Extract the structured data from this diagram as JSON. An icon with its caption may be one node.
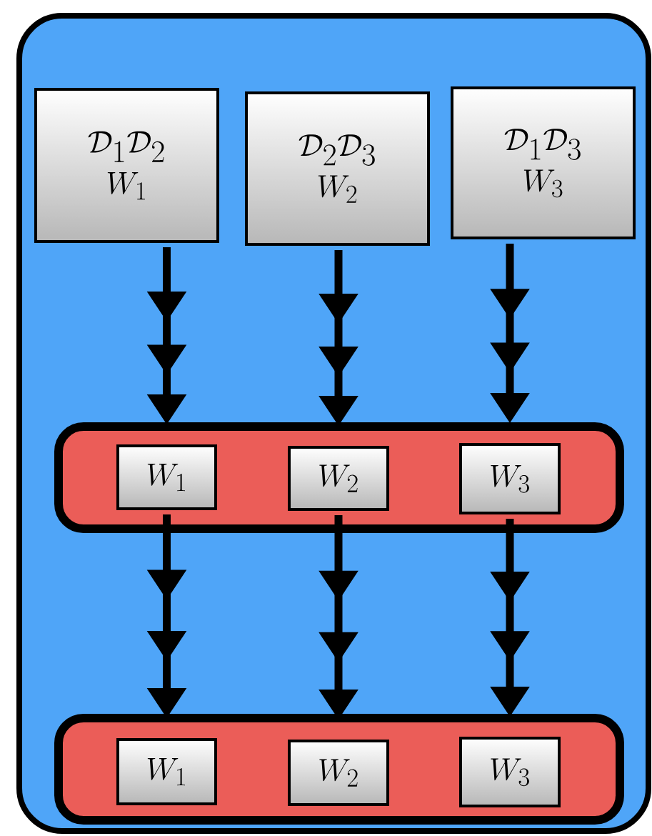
{
  "diagram": {
    "nodes": [
      {
        "text": [],
        "shape": "box"
      },
      {
        "text": [
          "\\mathcal{D}_1\\mathcal{D}_2",
          "W_1"
        ],
        "in": 0
      },
      {
        "text": [
          "\\mathcal{D}_2\\mathcal{D}_3",
          "W_2"
        ],
        "in": 0
      },
      {
        "text": [
          "\\mathcal{D}_1\\mathcal{D}_3",
          "W_3"
        ],
        "in": 0
      },
      {
        "text": [],
        "shape": "box",
        "in": 0
      },
      {
        "text": [
          "W_1"
        ],
        "in": 4
      },
      {
        "text": [
          "W_2"
        ],
        "in": 4
      },
      {
        "text": [
          "W_3"
        ],
        "in": 4
      },
      {
        "text": [],
        "shape": "box",
        "in": 0
      },
      {
        "text": [
          "W_1"
        ],
        "in": 8
      },
      {
        "text": [
          "W_2"
        ],
        "in": 8
      },
      {
        "text": [
          "W_3"
        ],
        "in": 8
      }
    ],
    "edges": [
      {
        "from": 1,
        "to": 5,
        "arrow": "to"
      },
      {
        "from": 2,
        "to": 6,
        "arrow": "to"
      },
      {
        "from": 3,
        "to": 7,
        "arrow": "to"
      },
      {
        "from": 5,
        "to": 9,
        "arrow": "to"
      },
      {
        "from": 6,
        "to": 10,
        "arrow": "to"
      },
      {
        "from": 7,
        "to": 11,
        "arrow": "to"
      }
    ]
  }
}
